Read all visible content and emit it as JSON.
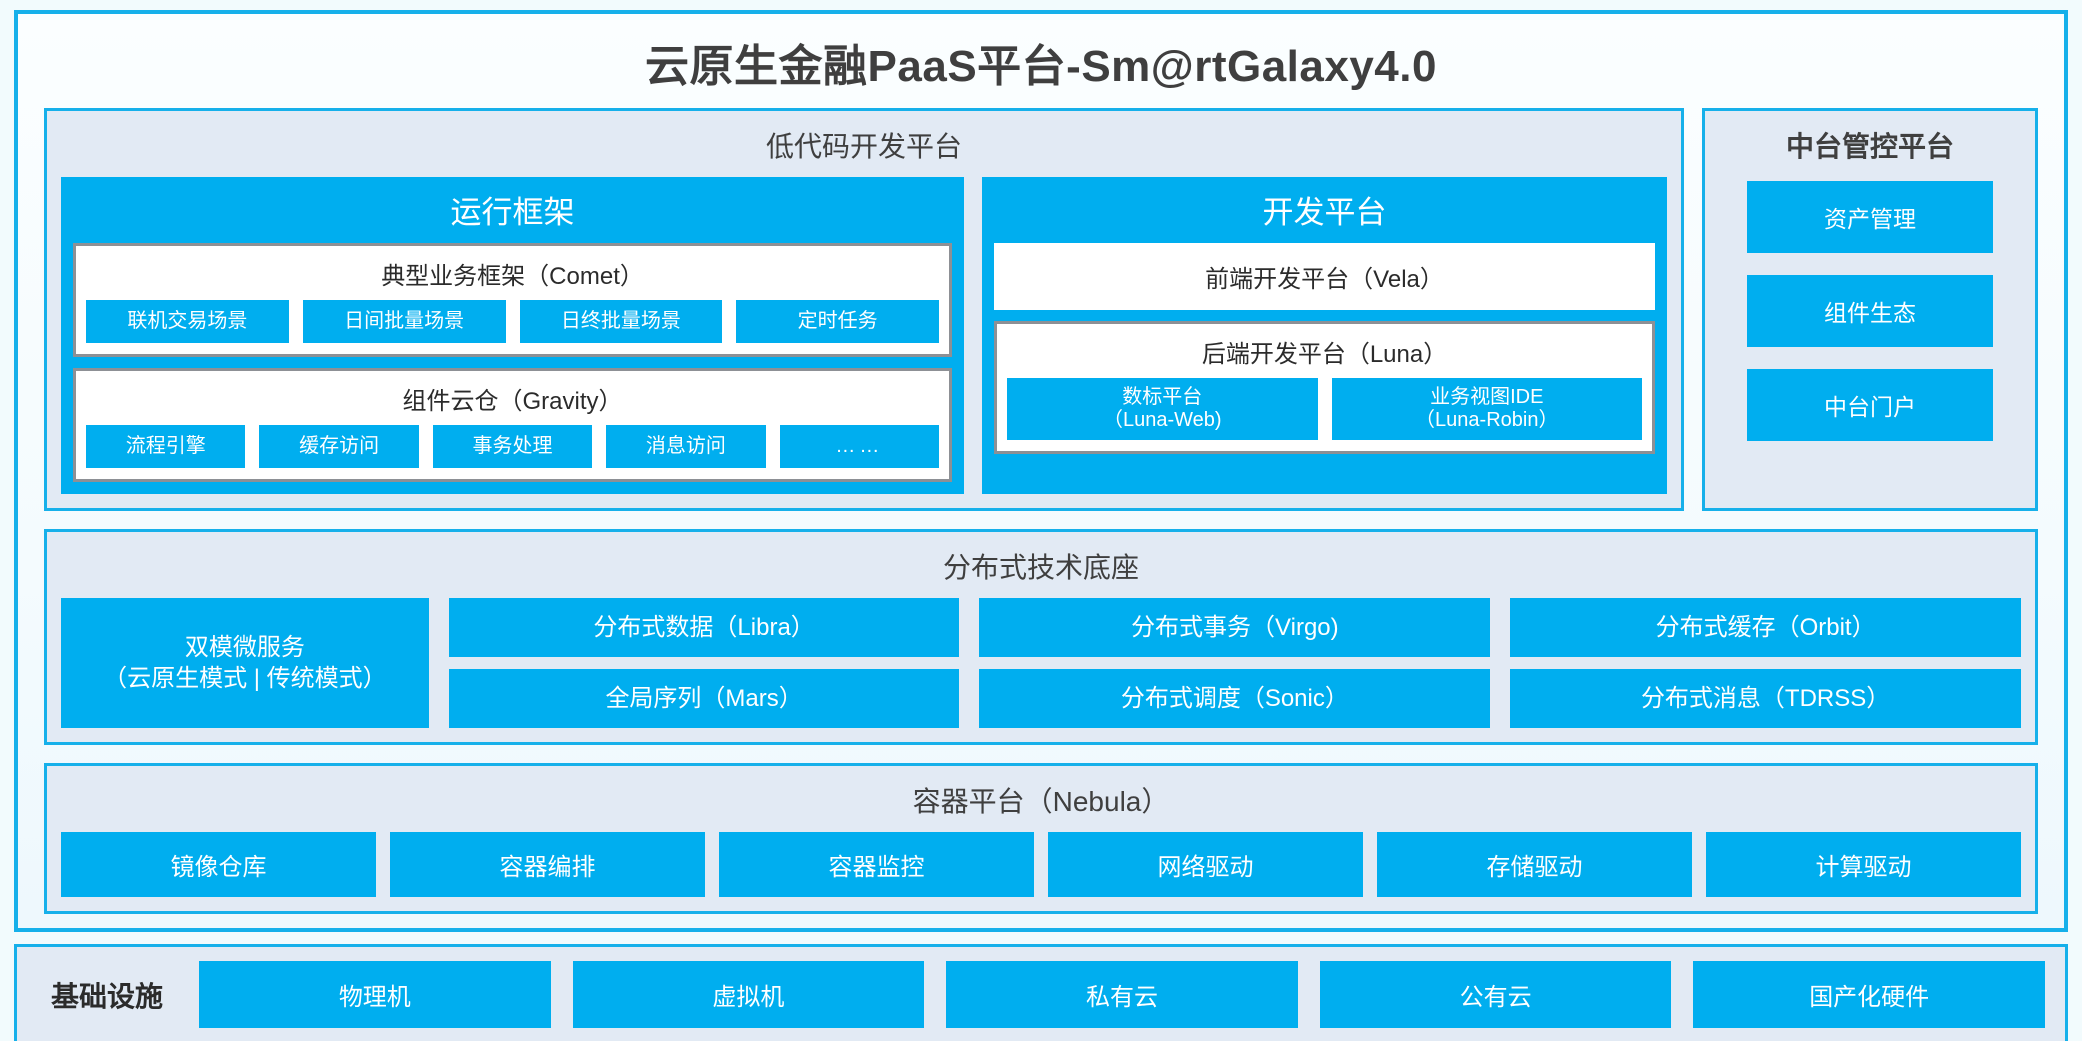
{
  "title": "云原生金融PaaS平台-Sm@rtGalaxy4.0",
  "colors": {
    "accent": "#00aeef",
    "border": "#16b0ea",
    "panel_bg": "#e2eaf4",
    "page_bg": "#f2fbfd",
    "box_border": "#8d9095",
    "text_dark": "#3f3f3f"
  },
  "lowcode": {
    "title": "低代码开发平台",
    "runtime": {
      "title": "运行框架",
      "comet": {
        "title": "典型业务框架（Comet）",
        "items": [
          "联机交易场景",
          "日间批量场景",
          "日终批量场景",
          "定时任务"
        ]
      },
      "gravity": {
        "title": "组件云仓（Gravity）",
        "items": [
          "流程引擎",
          "缓存访问",
          "事务处理",
          "消息访问",
          "……"
        ]
      }
    },
    "devplatform": {
      "title": "开发平台",
      "frontend": "前端开发平台（Vela）",
      "backend": {
        "title": "后端开发平台（Luna）",
        "items": [
          {
            "line1": "数标平台",
            "line2": "（Luna-Web)"
          },
          {
            "line1": "业务视图IDE",
            "line2": "（Luna-Robin）"
          }
        ]
      }
    }
  },
  "midoffice": {
    "title": "中台管控平台",
    "items": [
      "资产管理",
      "组件生态",
      "中台门户"
    ]
  },
  "techbase": {
    "title": "分布式技术底座",
    "microservice": {
      "line1": "双模微服务",
      "line2": "（云原生模式 | 传统模式）"
    },
    "columns": [
      [
        "分布式数据（Libra）",
        "全局序列（Mars）"
      ],
      [
        "分布式事务（Virgo)",
        "分布式调度（Sonic）"
      ],
      [
        "分布式缓存（Orbit）",
        "分布式消息（TDRSS）"
      ]
    ]
  },
  "container": {
    "title": "容器平台（Nebula）",
    "items": [
      "镜像仓库",
      "容器编排",
      "容器监控",
      "网络驱动",
      "存储驱动",
      "计算驱动"
    ]
  },
  "infrastructure": {
    "label": "基础设施",
    "items": [
      "物理机",
      "虚拟机",
      "私有云",
      "公有云",
      "国产化硬件"
    ]
  }
}
